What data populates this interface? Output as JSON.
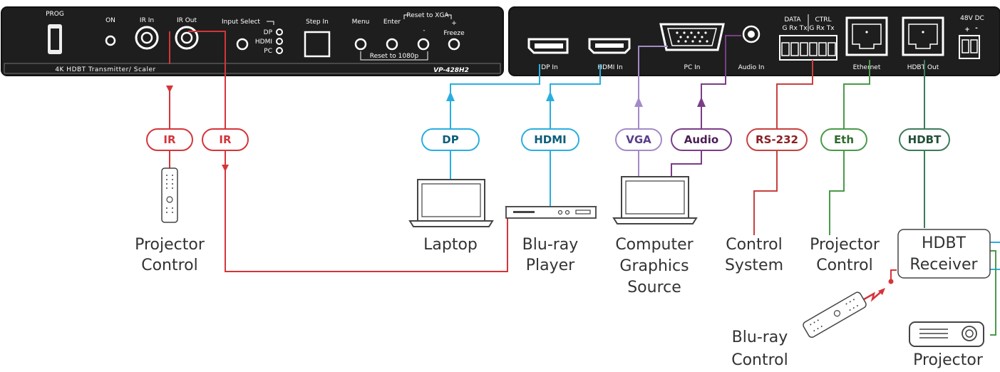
{
  "colors": {
    "panel": "#1e1e1e",
    "ir": "#d4353a",
    "blue": "#2aaee0",
    "purple_light": "#a38bc7",
    "purple_dark": "#7a3d86",
    "rs232": "#c8403f",
    "green": "#4a9a4a",
    "hdbt": "#3d7a5b",
    "device": "#444444",
    "text": "#333333"
  },
  "left_panel": {
    "prog": "PROG",
    "on": "ON",
    "ir_in": "IR In",
    "ir_out": "IR Out",
    "input_select": "Input Select",
    "dp": "DP",
    "hdmi": "HDMI",
    "pc": "PC",
    "step_in": "Step In",
    "menu": "Menu",
    "enter": "Enter",
    "reset_xga": "Reset to XGA",
    "plus": "+",
    "minus": "-",
    "freeze": "Freeze",
    "reset_1080": "Reset to 1080p",
    "product_line": "4K HDBT Transmitter/ Scaler",
    "model": "VP-428H2"
  },
  "right_panel": {
    "dp_in": "DP In",
    "hdmi_in": "HDMI In",
    "pc_in": "PC In",
    "audio_in": "Audio In",
    "data": "DATA",
    "ctrl": "CTRL",
    "pins": "G Rx Tx G Rx Tx",
    "ethernet": "Ethernet",
    "hdbt_out": "HDBT Out",
    "power": "48V DC",
    "power_plus": "+",
    "power_minus": "-"
  },
  "tags": {
    "ir1": "IR",
    "ir2": "IR",
    "dp": "DP",
    "hdmi": "HDMI",
    "vga": "VGA",
    "audio": "Audio",
    "rs232": "RS-232",
    "eth": "Eth",
    "hdbt": "HDBT"
  },
  "captions": {
    "projector_control_1": "Projector",
    "projector_control_2": "Control",
    "laptop": "Laptop",
    "bluray_player_1": "Blu-ray",
    "bluray_player_2": "Player",
    "computer_1": "Computer",
    "computer_2": "Graphics",
    "computer_3": "Source",
    "control_system_1": "Control",
    "control_system_2": "System",
    "proj_control_1": "Projector",
    "proj_control_2": "Control",
    "hdbt_receiver_1": "HDBT",
    "hdbt_receiver_2": "Receiver",
    "bluray_control_1": "Blu-ray",
    "bluray_control_2": "Control",
    "projector": "Projector"
  }
}
